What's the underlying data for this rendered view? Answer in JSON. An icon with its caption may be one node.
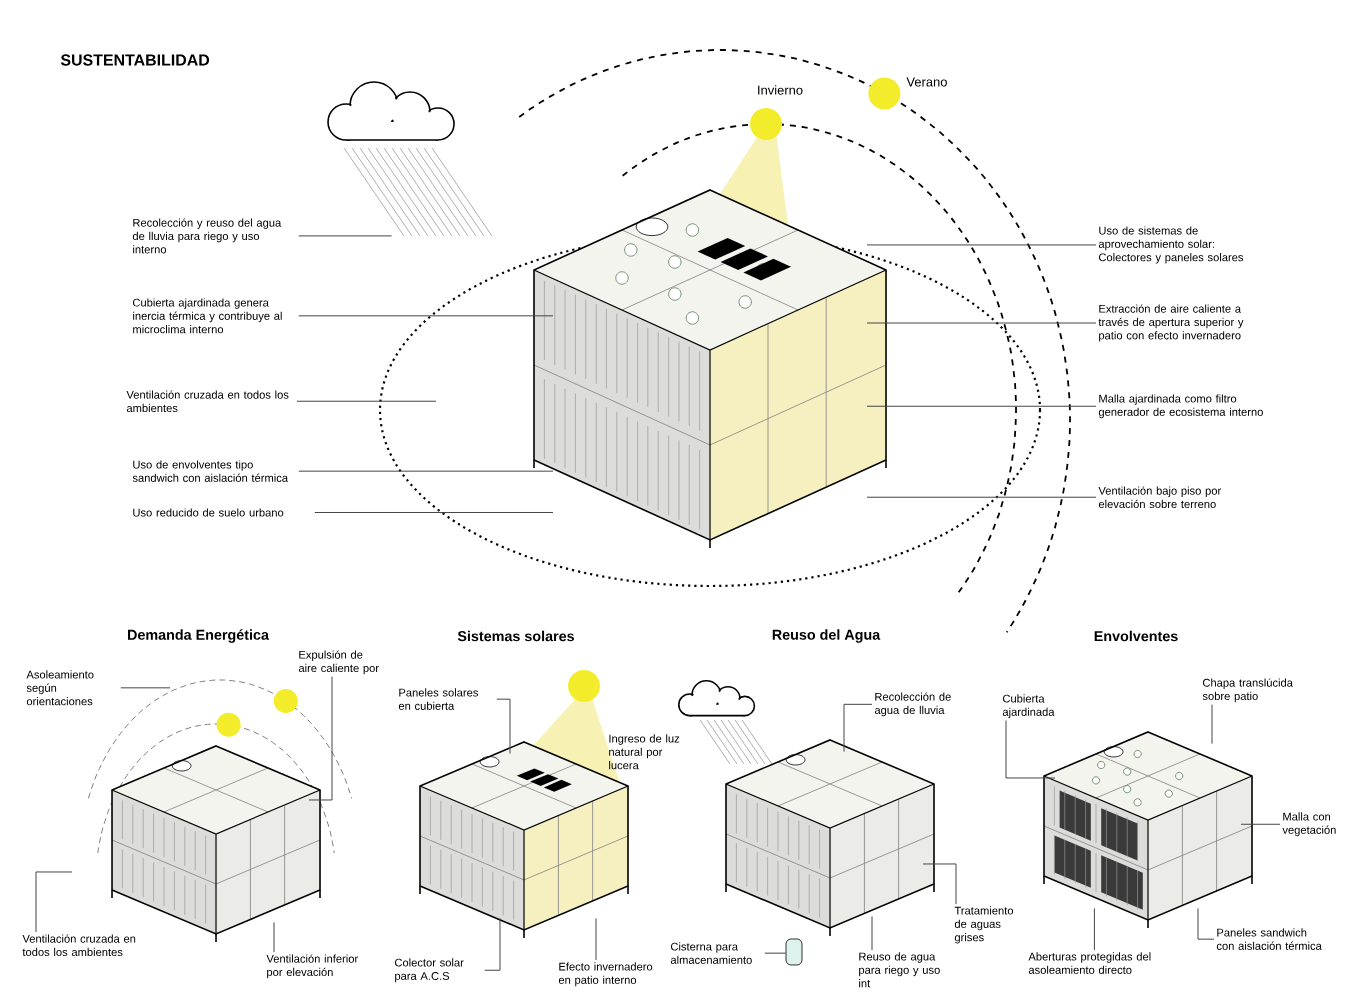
{
  "diagram": {
    "title": "SUSTENTABILIDAD",
    "nodes": [
      {
        "text": [],
        "shape": "picture"
      },
      {
        "text": [
          "Recolección y reuso del agua de lluvia para riego y uso interno"
        ]
      },
      {
        "text": [
          "Cubierta ajardinada genera inercia térmica y contribuye al microclima interno"
        ]
      },
      {
        "text": [
          "Ventilación cruzada en todos los ambientes"
        ]
      },
      {
        "text": [
          "Uso de envolventes tipo sandwich con aislación térmica"
        ]
      },
      {
        "text": [
          "Uso reducido de suelo urbano"
        ]
      },
      {
        "text": [
          "Uso de sistemas de aprovechamiento solar: Colectores y paneles solares"
        ]
      },
      {
        "text": [
          "Extracción de aire caliente a través de apertura superior y patio con efecto invernadero"
        ]
      },
      {
        "text": [
          "Malla ajardinada como filtro generador de ecosistema interno"
        ]
      },
      {
        "text": [
          "Ventilación bajo piso por elevación sobre terreno"
        ]
      },
      {
        "text": [],
        "shape": "picture"
      },
      {
        "text": [
          "Asoleamiento según orientaciones"
        ]
      },
      {
        "text": [
          "Expulsión de aire caliente por"
        ]
      },
      {
        "text": [
          "Ventilación cruzada en todos los ambientes"
        ]
      },
      {
        "text": [
          "Ventilación inferior por elevación"
        ]
      },
      {
        "text": [],
        "shape": "picture"
      },
      {
        "text": [
          "Paneles solares en cubierta"
        ]
      },
      {
        "text": [
          "Colector solar para A.C.S"
        ]
      },
      {
        "text": [
          "Efecto invernadero en patio interno"
        ]
      },
      {
        "text": [],
        "shape": "picture"
      },
      {
        "text": [
          "Recolección de agua de lluvia"
        ]
      },
      {
        "text": [
          "Cisterna para almacenamiento"
        ]
      },
      {
        "text": [],
        "shape": "cylinder"
      },
      {
        "text": [
          "Tratamiento de aguas grises"
        ]
      },
      {
        "text": [
          "Reuso de agua para riego y uso int"
        ]
      },
      {
        "text": [],
        "shape": "picture"
      },
      {
        "text": [
          "Cubierta ajardinada"
        ]
      },
      {
        "text": [
          "Chapa translúcida sobre patio"
        ]
      },
      {
        "text": [
          "Malla con vegetación"
        ]
      },
      {
        "text": [
          "Aberturas protegidas del asoleamiento directo"
        ]
      },
      {
        "text": [
          "Paneles sandwich con aislación térmica"
        ]
      },
      {
        "text": [],
        "shape": "cloud"
      }
    ],
    "edges": [
      {
        "from": 1,
        "to": 31,
        "arrow": "none"
      },
      {
        "from": 2,
        "to": 0,
        "arrow": "none"
      },
      {
        "from": 3,
        "to": null,
        "arrow": "none"
      },
      {
        "from": 4,
        "to": 0,
        "arrow": "none"
      },
      {
        "from": 5,
        "to": 0,
        "arrow": "none"
      },
      {
        "from": 6,
        "to": 0,
        "arrow": "none"
      },
      {
        "from": 7,
        "to": 0,
        "arrow": "none"
      },
      {
        "from": 8,
        "to": 0,
        "arrow": "none"
      },
      {
        "from": 9,
        "to": 0,
        "arrow": "none"
      },
      {
        "from": 11,
        "to": null,
        "arrow": "none"
      },
      {
        "from": 12,
        "to": 10,
        "arrow": "none"
      },
      {
        "from": 13,
        "to": null,
        "arrow": "none"
      },
      {
        "from": 14,
        "to": 10,
        "arrow": "none"
      },
      {
        "from": 16,
        "to": 15,
        "arrow": "none"
      },
      {
        "from": 17,
        "to": 15,
        "arrow": "none"
      },
      {
        "from": 18,
        "to": 15,
        "arrow": "none"
      },
      {
        "from": 20,
        "to": 19,
        "arrow": "none"
      },
      {
        "from": 21,
        "to": 22,
        "arrow": "none"
      },
      {
        "from": 23,
        "to": 19,
        "arrow": "none"
      },
      {
        "from": 24,
        "to": 19,
        "arrow": "none"
      },
      {
        "from": 26,
        "to": 25,
        "arrow": "none"
      },
      {
        "from": 27,
        "to": 25,
        "arrow": "none"
      },
      {
        "from": 28,
        "to": 25,
        "arrow": "none"
      },
      {
        "from": 29,
        "to": 25,
        "arrow": "none"
      },
      {
        "from": 30,
        "to": 25,
        "arrow": "none"
      }
    ],
    "labels": [
      "Verano",
      "Invierno",
      "Demanda Energética",
      "Sistemas solares",
      "Reuso del Agua",
      "Envolventes",
      "Ingreso de luz natural por lucera"
    ]
  }
}
